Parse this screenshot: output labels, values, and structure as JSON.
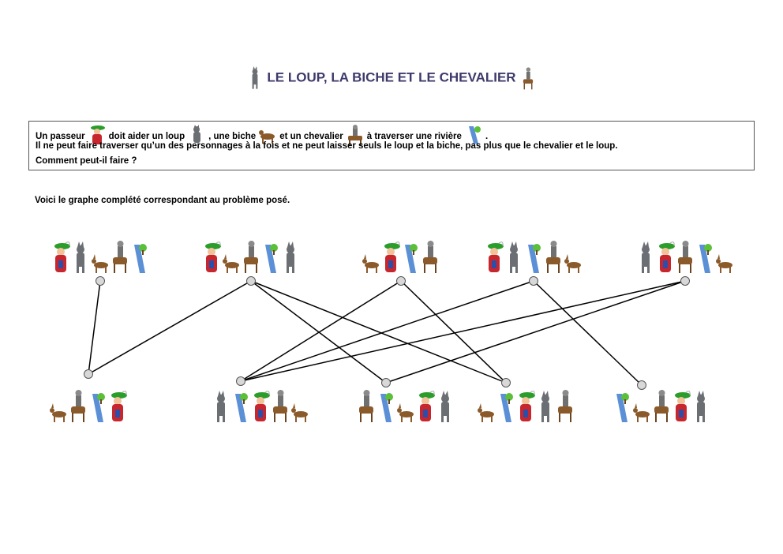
{
  "title": "LE LOUP, LA BICHE ET LE CHEVALIER",
  "problem": {
    "line1_parts": [
      "Un passeur",
      "doit aider un loup",
      ", une biche",
      "et un chevalier",
      "à traverser une rivière",
      "."
    ],
    "line2": "Il ne peut faire traverser qu’un des personnages à la fois et ne peut laisser seuls le loup et la biche, pas plus que le  chevalier et le loup.",
    "line3": "Comment peut-il faire ?"
  },
  "intro": "Voici le graphe complété correspondant au problème posé.",
  "icons": {
    "passeur": "ferryman-icon",
    "loup": "wolf-icon",
    "biche": "deer-icon",
    "chevalier": "knight-icon",
    "riviere": "river-icon"
  },
  "colors": {
    "title": "#3d3a6b",
    "edge": "#000000",
    "node_fill": "#d8d8d8",
    "river": "#5b8fd6",
    "tree": "#5bbf3a",
    "ferryman_hat": "#2a9d2a",
    "ferryman_coat": "#c7262e"
  },
  "graph": {
    "top_nodes": [
      {
        "id": "T1",
        "states": [
          "passeur",
          "loup",
          "biche",
          "chevalier",
          "riviere"
        ]
      },
      {
        "id": "T2",
        "states": [
          "passeur",
          "biche",
          "chevalier",
          "riviere",
          "loup"
        ]
      },
      {
        "id": "T3",
        "states": [
          "biche",
          "passeur",
          "riviere",
          "chevalier"
        ]
      },
      {
        "id": "T4",
        "states": [
          "passeur",
          "loup",
          "riviere",
          "chevalier",
          "biche"
        ]
      },
      {
        "id": "T5",
        "states": [
          "loup",
          "passeur",
          "chevalier",
          "riviere",
          "biche"
        ]
      }
    ],
    "bottom_nodes": [
      {
        "id": "B1",
        "states": [
          "biche",
          "chevalier",
          "riviere",
          "passeur"
        ]
      },
      {
        "id": "B2",
        "states": [
          "loup",
          "riviere",
          "passeur",
          "chevalier",
          "biche"
        ]
      },
      {
        "id": "B3",
        "states": [
          "chevalier",
          "riviere",
          "biche",
          "passeur",
          "loup"
        ]
      },
      {
        "id": "B4",
        "states": [
          "biche",
          "riviere",
          "passeur",
          "loup",
          "chevalier"
        ]
      },
      {
        "id": "B5",
        "states": [
          "riviere",
          "biche",
          "chevalier",
          "passeur",
          "loup"
        ]
      }
    ],
    "edges": [
      [
        "T1",
        "B1"
      ],
      [
        "T2",
        "B1"
      ],
      [
        "T2",
        "B3"
      ],
      [
        "T2",
        "B4"
      ],
      [
        "T3",
        "B2"
      ],
      [
        "T3",
        "B4"
      ],
      [
        "T4",
        "B2"
      ],
      [
        "T4",
        "B5"
      ],
      [
        "T5",
        "B2"
      ],
      [
        "T5",
        "B3"
      ]
    ]
  }
}
